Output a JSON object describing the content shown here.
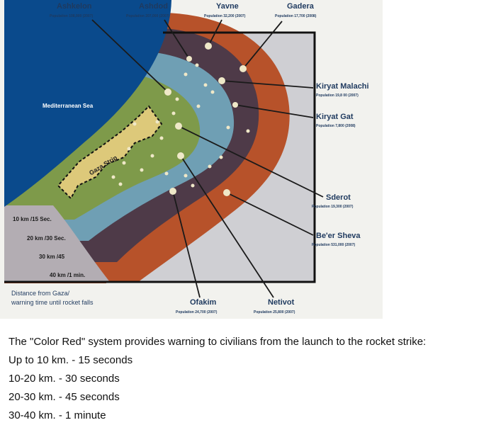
{
  "map": {
    "sea_label": "Mediterranean Sea",
    "gaza_label": "Gaza Strip",
    "caption_line1": "Distance from Gaza/",
    "caption_line2": "warning time until rocket falls",
    "legend": [
      {
        "label": "10 km /15 Sec.",
        "color": "#7e9a4a"
      },
      {
        "label": "20 km /30 Sec.",
        "color": "#6f9fb4"
      },
      {
        "label": "30 km /45",
        "color": "#4e3a48"
      },
      {
        "label": "40 km /1 min.",
        "color": "#b7522a"
      }
    ],
    "colors": {
      "sea": "#0a4a8c",
      "outer_land": "#cfcfd3",
      "ring_40": "#b7522a",
      "ring_30": "#4e3a48",
      "ring_20": "#6f9fb4",
      "ring_10": "#7e9a4a",
      "gaza": "#ddc97a",
      "frame": "#111111",
      "city_dot": "#efe8c8"
    },
    "cities": [
      {
        "name": "Ashkelon",
        "population": "Population 108,900 (2007)"
      },
      {
        "name": "Ashdod",
        "population": "Population 207,000 (2007)"
      },
      {
        "name": "Yavne",
        "population": "Population 32,200 (2007)"
      },
      {
        "name": "Gadera",
        "population": "Population 17,700 (2008)"
      },
      {
        "name": "Kiryat Malachi",
        "population": "Population 19,8 00 (2007)"
      },
      {
        "name": "Kiryat Gat",
        "population": "Population 7,800 (2008)"
      },
      {
        "name": "Sderot",
        "population": "Population 19,300 (2007)"
      },
      {
        "name": "Be'er Sheva",
        "population": "Population 531,000 (2007)"
      },
      {
        "name": "Ofakim",
        "population": "Population 24,700 (2007)"
      },
      {
        "name": "Netivot",
        "population": "Population 25,800 (2007)"
      }
    ]
  },
  "info": {
    "intro": "The \"Color Red\" system provides warning to civilians from the launch to the rocket strike:",
    "lines": [
      "Up to 10 km. - 15 seconds",
      "10-20 km. - 30 seconds",
      "20-30 km. - 45 seconds",
      "30-40 km. - 1 minute"
    ]
  }
}
